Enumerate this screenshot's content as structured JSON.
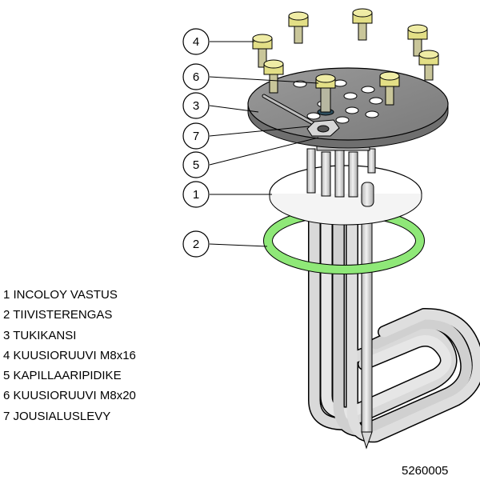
{
  "callouts": [
    {
      "id": "4"
    },
    {
      "id": "6"
    },
    {
      "id": "3"
    },
    {
      "id": "7"
    },
    {
      "id": "5"
    },
    {
      "id": "1"
    },
    {
      "id": "2"
    }
  ],
  "parts_list": [
    "1 INCOLOY VASTUS",
    "2 TIIVISTERENGAS",
    "3 TUKIKANSI",
    "4 KUUSIORUUVI M8x16",
    "5 KAPILLAARIPIDIKE",
    "6 KUUSIORUUVI M8x20",
    "7 JOUSIALUSLEVY"
  ],
  "drawing_number": "5260005",
  "colors": {
    "flange": "#8a8a8a",
    "bolt": "#e3df86",
    "gasket": "#8fe878",
    "element": "#d6d6d6",
    "outline": "#000000"
  }
}
